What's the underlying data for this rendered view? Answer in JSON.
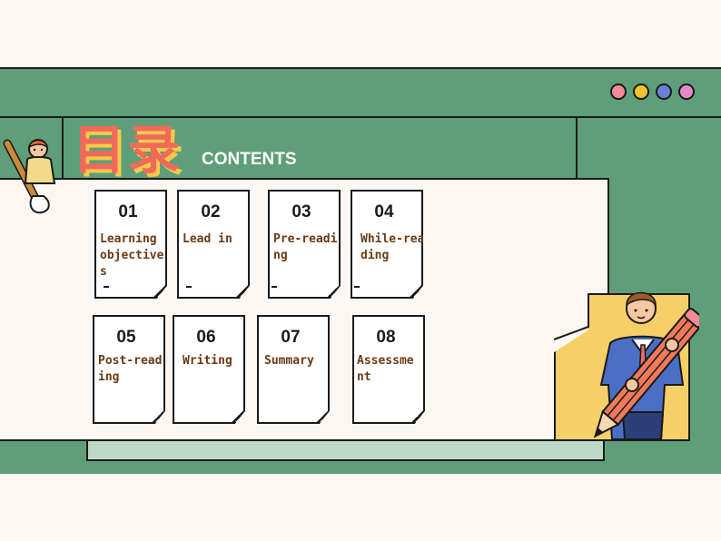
{
  "header": {
    "title_cn": "目录",
    "title_en": "CONTENTS"
  },
  "window_dots": [
    {
      "name": "pink",
      "color": "#f28b95"
    },
    {
      "name": "yellow",
      "color": "#f2c230"
    },
    {
      "name": "blue",
      "color": "#6a7fd8"
    },
    {
      "name": "magenta",
      "color": "#e58ac8"
    }
  ],
  "cards": [
    {
      "num": "01",
      "label": "Learning objectives",
      "dash": true
    },
    {
      "num": "02",
      "label": "Lead in",
      "dash": true
    },
    {
      "num": "03",
      "label": "Pre-reading",
      "dash": true
    },
    {
      "num": "04",
      "label": "While-reading",
      "dash": true
    },
    {
      "num": "05",
      "label": "Post-reading",
      "dash": false
    },
    {
      "num": "06",
      "label": "Writing",
      "dash": false
    },
    {
      "num": "07",
      "label": "Summary",
      "dash": false
    },
    {
      "num": "08",
      "label": "Assessment",
      "dash": false
    }
  ],
  "illustrations": [
    "painter-boy-illustration",
    "man-with-pencil-illustration"
  ]
}
